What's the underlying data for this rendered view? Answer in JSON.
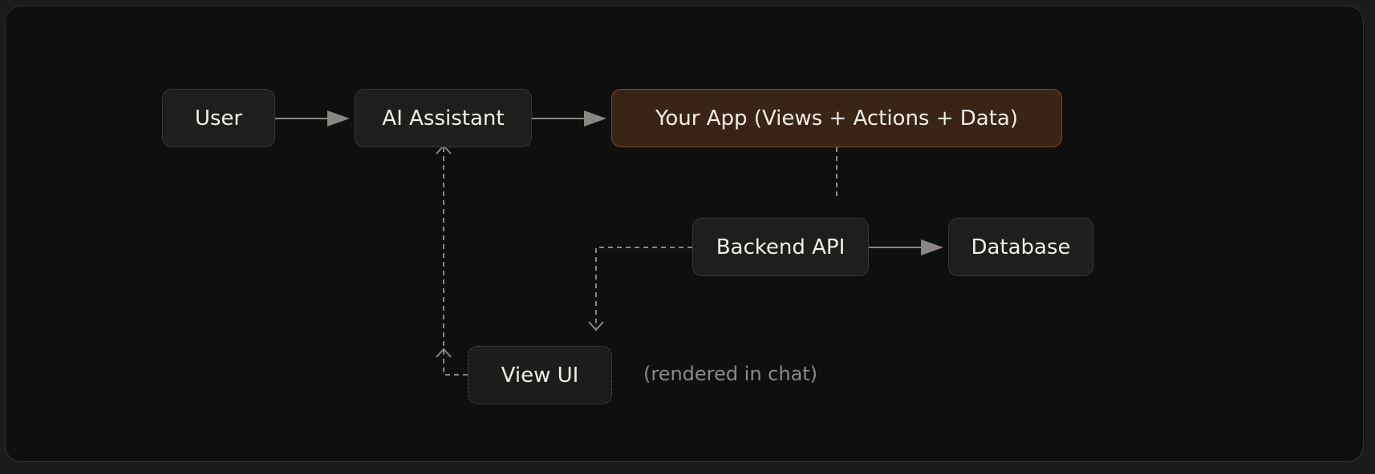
{
  "diagram": {
    "nodes": {
      "user": "User",
      "ai_assistant": "AI Assistant",
      "your_app": "Your App (Views + Actions + Data)",
      "backend_api": "Backend API",
      "database": "Database",
      "view_ui": "View UI"
    },
    "annotation": "(rendered in chat)",
    "colors": {
      "background": "#100f0f",
      "node_fill": "#1f1e1d",
      "node_border": "#3a3836",
      "accent_fill": "#3a2416",
      "accent_border": "#7b4a26",
      "edge": "#8a8682"
    }
  }
}
